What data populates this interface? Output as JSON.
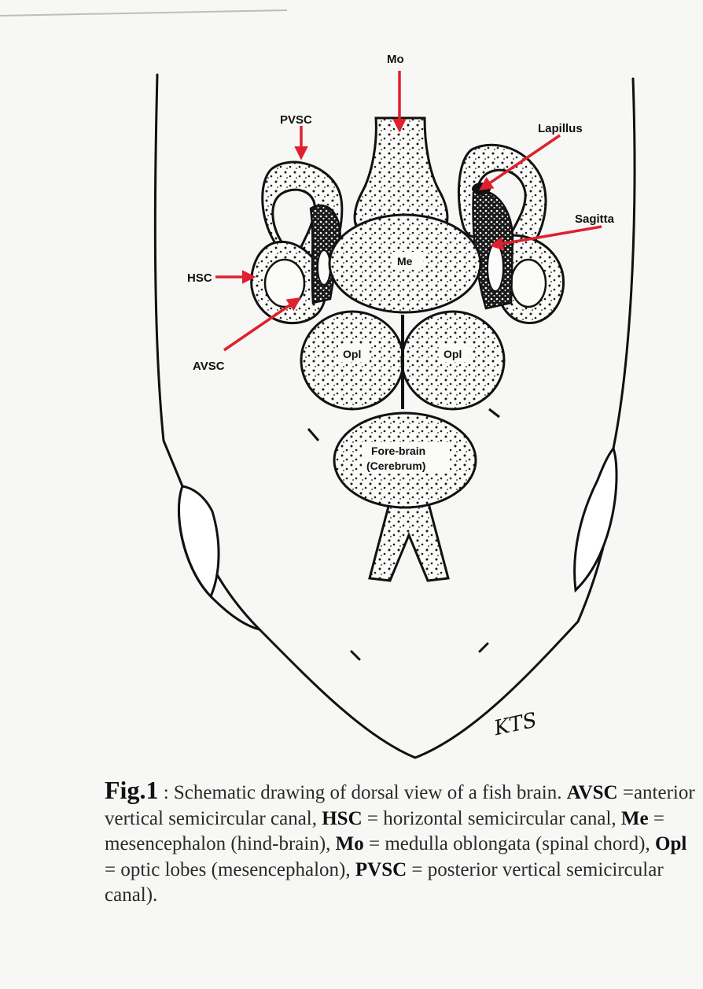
{
  "figure": {
    "labels": {
      "mo": "Mo",
      "pvsc": "PVSC",
      "lapillus": "Lapillus",
      "sagitta": "Sagitta",
      "hsc": "HSC",
      "avsc": "AVSC",
      "me": "Me",
      "opl_left": "Opl",
      "opl_right": "Opl",
      "forebrain_1": "Fore-brain",
      "forebrain_2": "(Cerebrum)"
    },
    "signature": "KTS",
    "arrow_color": "#e0202e"
  },
  "caption": {
    "fig_label": "Fig.1",
    "sep": " : ",
    "intro": "Schematic drawing of dorsal view of a fish brain.",
    "terms": [
      {
        "abbr": "AVSC",
        "eq": " =",
        "def": "anterior vertical semicircular canal, "
      },
      {
        "abbr": "HSC",
        "eq": " = ",
        "def": "horizontal semicircular canal, "
      },
      {
        "abbr": "Me",
        "eq": " = ",
        "def": "mesencephalon (hind-brain), "
      },
      {
        "abbr": "Mo",
        "eq": " = ",
        "def": "medulla oblongata (spinal chord), "
      },
      {
        "abbr": "Opl",
        "eq": " = ",
        "def": "optic lobes (mesencephalon), "
      },
      {
        "abbr": "PVSC",
        "eq": " = ",
        "def": "posterior vertical semicircular canal)."
      }
    ]
  }
}
